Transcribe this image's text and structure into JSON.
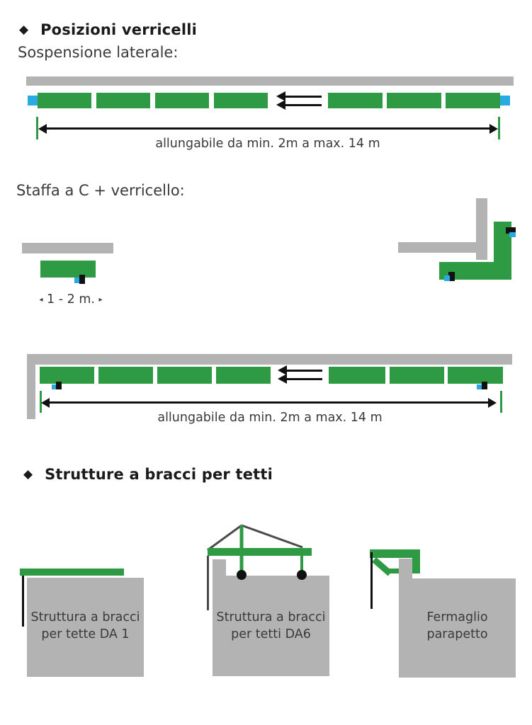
{
  "colors": {
    "green": "#2e9b44",
    "gray": "#b3b3b3",
    "blue": "#29abe2",
    "line": "#111111",
    "truss": "#4a4a4a",
    "text": "#3a3a3a",
    "title": "#1a1a1a"
  },
  "sections": {
    "posizioni": {
      "bullet": "◆",
      "title": "Posizioni verricelli"
    },
    "strutture": {
      "bullet": "◆",
      "title": "Strutture a bracci per tetti"
    }
  },
  "labels": {
    "sospensione": "Sospensione laterale:",
    "staffa": "Staffa a C + verricello:"
  },
  "diagram_sospensione": {
    "dimension_label": "allungabile da min. 2m a max. 14 m"
  },
  "diagram_staffa": {
    "range_left": "◂",
    "range_text": "1 - 2 m.",
    "range_right": "▸"
  },
  "diagram_parete": {
    "dimension_label": "allungabile da min. 2m a max. 14 m"
  },
  "roofs": [
    {
      "caption_line1": "Struttura a bracci",
      "caption_line2": "per tette DA 1"
    },
    {
      "caption_line1": "Struttura a bracci",
      "caption_line2": "per tetti DA6"
    },
    {
      "caption_line1": "Fermaglio",
      "caption_line2": "parapetto"
    }
  ]
}
